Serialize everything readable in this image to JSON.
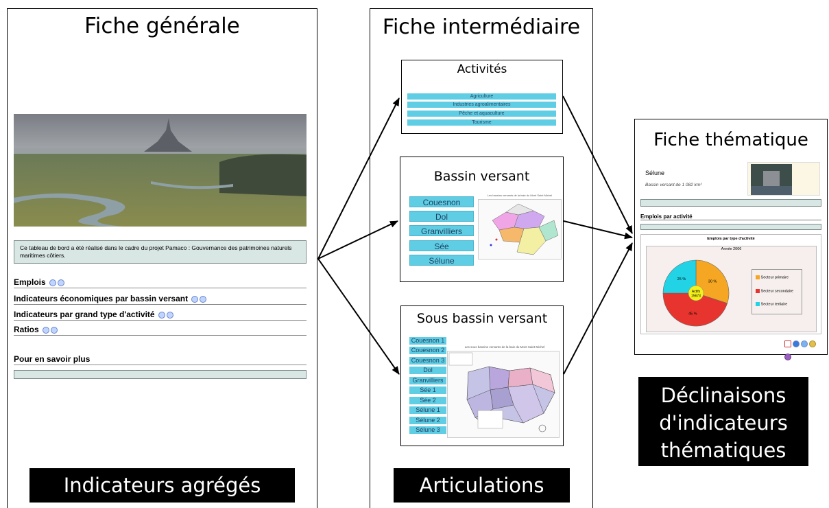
{
  "general": {
    "title": "Fiche générale",
    "intro": "Ce tableau de bord a été réalisé dans le cadre du projet Pamaco : Gouvernance des patrimoines naturels maritimes côtiers.",
    "menu": [
      "Emplois",
      "Indicateurs économiques par bassin versant",
      "Indicateurs par grand type d'activité",
      "Ratios"
    ],
    "more": "Pour en savoir plus",
    "caption": "Indicateurs agrégés"
  },
  "intermediate": {
    "title": "Fiche intermédiaire",
    "caption": "Articulations",
    "activities": {
      "title": "Activités",
      "items": [
        "Agriculture",
        "Industries agroalimentaires",
        "Pêche et aquaculture",
        "Tourisme"
      ]
    },
    "basin": {
      "title": "Bassin versant",
      "items": [
        "Couesnon",
        "Dol",
        "Granvilliers",
        "Sée",
        "Sélune"
      ],
      "map_title": "Les bassins versants de la baie du Mont Saint Michel"
    },
    "subbasin": {
      "title": "Sous bassin versant",
      "items": [
        "Couesnon 1",
        "Couesnon 2",
        "Couesnon 3",
        "Dol",
        "Granvilliers",
        "Sée 1",
        "Sée 2",
        "Sélune 1",
        "Sélune 2",
        "Sélune 3"
      ],
      "map_title": "Les sous bassins versants de la baie du Mont Saint Michel"
    }
  },
  "thematic": {
    "title": "Fiche thématique",
    "place": "Sélune",
    "subtitle": "Bassin versant de 1 082 km²",
    "section": "Emplois par activité",
    "chart_title": "Emplois par type d'activité",
    "chart_year": "Année 2006",
    "center_label": "Actifs",
    "center_value": "15673",
    "slices": [
      {
        "label": "Secteur primaire",
        "value": 30,
        "text": "30 %",
        "color": "#f5a623"
      },
      {
        "label": "Secteur secondaire",
        "value": 45,
        "text": "45 %",
        "color": "#e8342f"
      },
      {
        "label": "Secteur tertiaire",
        "value": 25,
        "text": "25 %",
        "color": "#22d3e6"
      }
    ],
    "caption_lines": [
      "Déclinaisons",
      "d'indicateurs",
      "thématiques"
    ]
  },
  "colors": {
    "button": "#5fcde4",
    "panel_bg": "#d8e6e4",
    "caption_bg": "#000000",
    "caption_text": "#ffffff"
  }
}
